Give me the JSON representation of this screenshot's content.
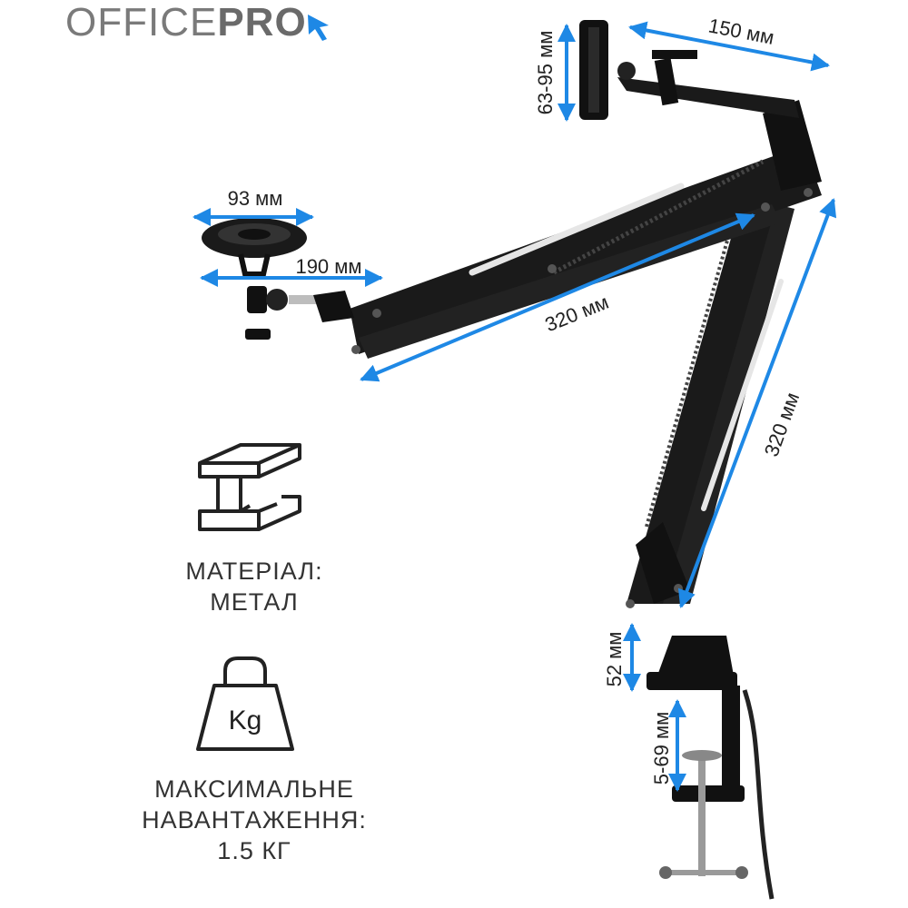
{
  "brand": {
    "part1": "OFFICE",
    "part2": "PRO"
  },
  "dimensions": {
    "phone_clamp_range": "63-95 мм",
    "phone_arm_length": "150 мм",
    "mount_diameter": "93 мм",
    "mount_extension": "190 мм",
    "upper_arm": "320 мм",
    "lower_arm": "320 мм",
    "base_height": "52 мм",
    "clamp_range": "5-69 мм"
  },
  "material": {
    "line1": "МАТЕРІАЛ:",
    "line2": "МЕТАЛ"
  },
  "load": {
    "line1": "МАКСИМАЛЬНЕ",
    "line2": "НАВАНТАЖЕННЯ:",
    "line3": "1.5 КГ"
  },
  "weight_icon_label": "Kg",
  "icons": {
    "material": "steel-beam-icon",
    "weight": "weight-icon",
    "cursor": "cursor-arrow-icon"
  },
  "colors": {
    "accent": "#1e88e5",
    "arm": "#1a1a1a",
    "text": "#333333",
    "logo": "#7a7a7a"
  }
}
